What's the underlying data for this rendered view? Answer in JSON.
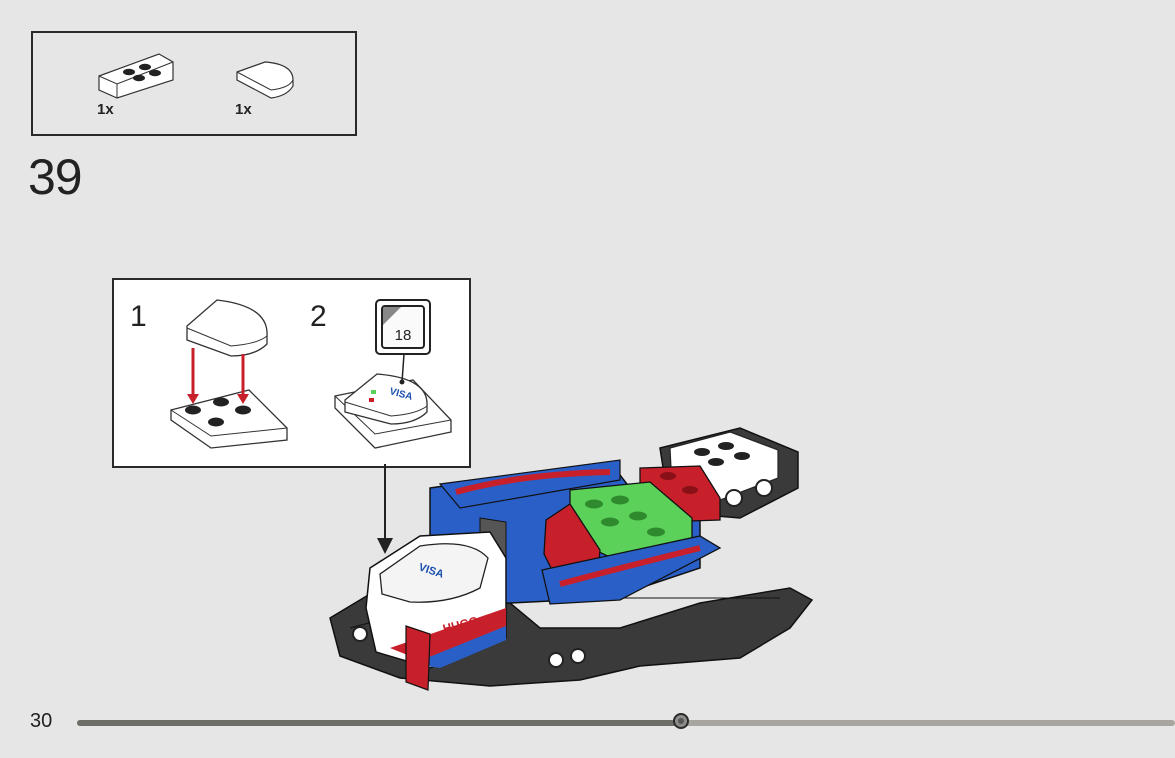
{
  "parts": {
    "items": [
      {
        "icon": "wedge-plate-icon",
        "quantity": "1x"
      },
      {
        "icon": "round-tile-icon",
        "quantity": "1x"
      }
    ]
  },
  "step": {
    "number": "39"
  },
  "substeps": [
    {
      "number": "1"
    },
    {
      "number": "2",
      "sticker": {
        "number": "18",
        "brand": "VISA"
      }
    }
  ],
  "model": {
    "sticker_text": "HUGO",
    "brand": "VISA"
  },
  "footer": {
    "page_number": "30",
    "progress": 0.55
  },
  "colors": {
    "background": "#e6e6e6",
    "blue": "#2a5fc7",
    "red": "#c8202a",
    "green": "#5bd15a",
    "dark_gray": "#3a3a3a",
    "white": "#ffffff"
  }
}
